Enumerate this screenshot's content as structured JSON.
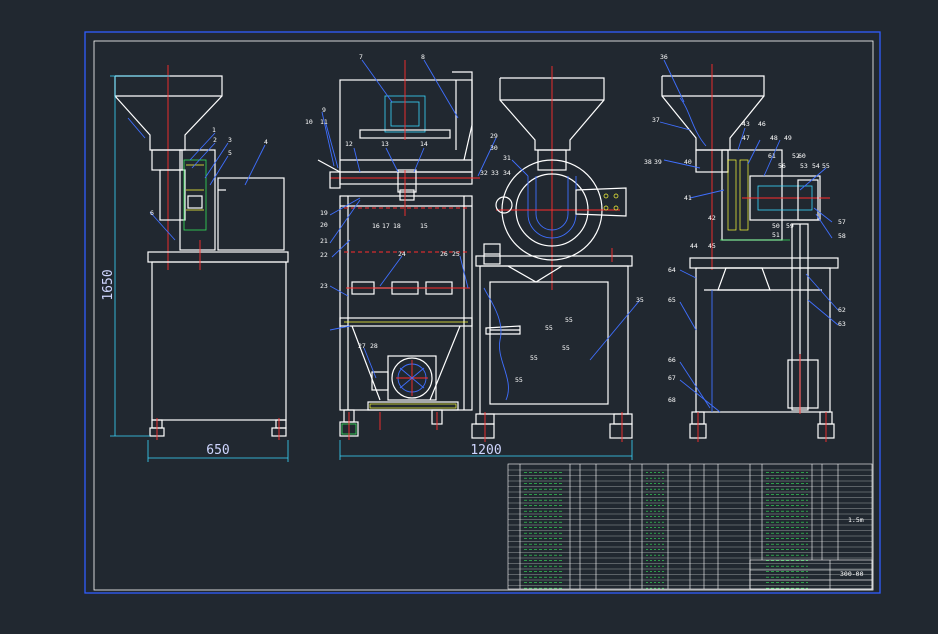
{
  "dimensions": {
    "height": "1650",
    "width_side": "650",
    "width_front": "1200"
  },
  "drawing_code": "300-00",
  "title_block_texts": [
    "1.5m"
  ],
  "labels_left": [
    "1",
    "2",
    "3",
    "5",
    "4",
    "6"
  ],
  "labels_mid": [
    "7",
    "8",
    "9",
    "10",
    "11",
    "12",
    "13",
    "14",
    "19",
    "20",
    "21",
    "22",
    "16",
    "17",
    "18",
    "15",
    "24",
    "26",
    "25",
    "23",
    "29",
    "27",
    "28",
    "30",
    "31",
    "32",
    "33",
    "34",
    "35"
  ],
  "labels_right": [
    "36",
    "37",
    "38",
    "39",
    "40",
    "41",
    "42",
    "43",
    "44",
    "45",
    "46",
    "47",
    "48",
    "49",
    "50",
    "51",
    "52",
    "53",
    "54",
    "55",
    "56",
    "57",
    "58",
    "59",
    "60",
    "61",
    "62",
    "63",
    "64",
    "65",
    "66",
    "67",
    "68"
  ],
  "colors": {
    "background": "#212830",
    "frame": "#2f5cff",
    "outline": "#ffffff",
    "centerline": "#ff2d2d",
    "leader": "#3f6fff",
    "hatch": "#ffff3a"
  }
}
